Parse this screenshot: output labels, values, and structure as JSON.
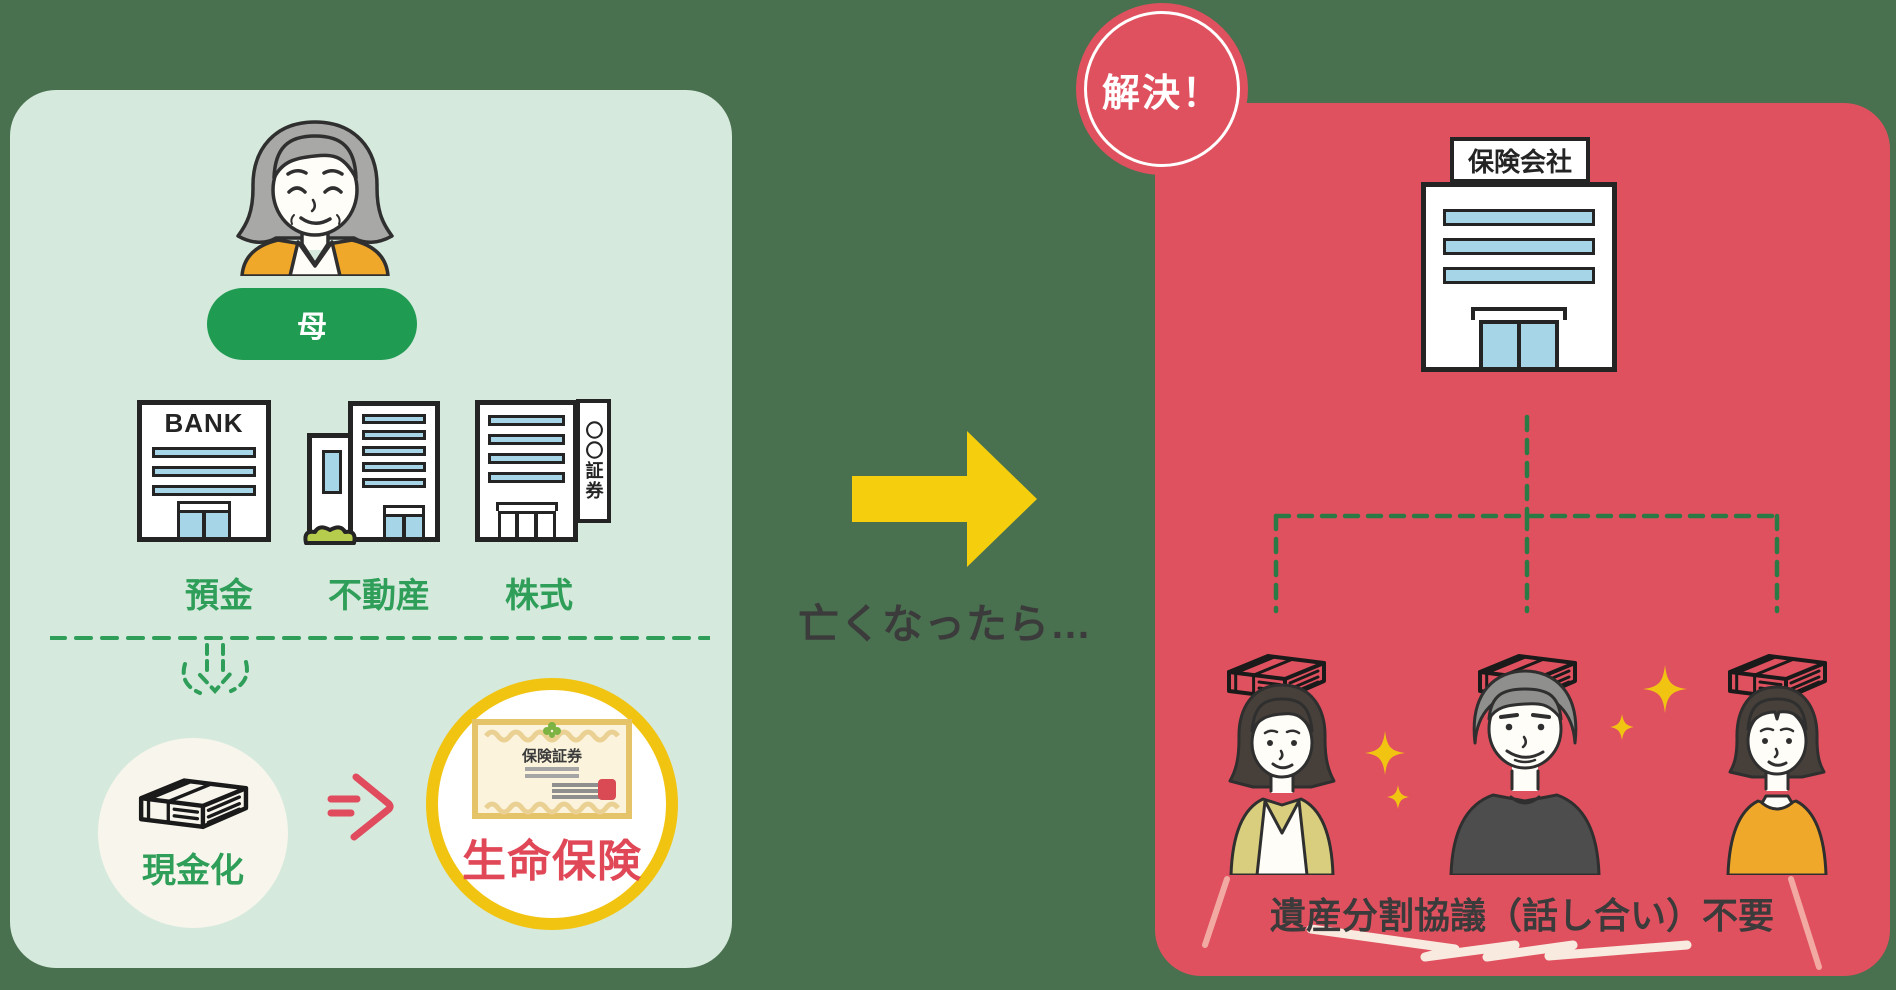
{
  "palette": {
    "background": "#49704F",
    "left_panel": "#D5E9DC",
    "right_panel": "#E0515F",
    "green_accent": "#2E9E59",
    "green_pill": "#1F9B52",
    "yellow_arrow": "#F5CF0E",
    "yellow_ring": "#F2C412",
    "red_accent": "#E04B5E",
    "window_blue": "#A7D5E8",
    "dark_text": "#3B3B3B",
    "cream_circle": "#F7F5EC"
  },
  "icons": [
    "elderly-mother-avatar",
    "bank-building-icon",
    "office-building-icon",
    "securities-building-icon",
    "money-stack-icon",
    "red-arrow-icon",
    "insurance-certificate-icon",
    "big-yellow-arrow-icon",
    "company-building-icon",
    "dashed-flow-lines",
    "heir-woman-avatar",
    "heir-man-avatar",
    "heir-person-avatar",
    "sparkle-icon",
    "swoosh-underline",
    "emphasis-tick"
  ],
  "left": {
    "person_label": "母",
    "bank_sign": "BANK",
    "securities_sign": "〇〇証券",
    "assets": [
      {
        "label": "預金"
      },
      {
        "label": "不動産"
      },
      {
        "label": "株式"
      }
    ],
    "cash_label": "現金化",
    "certificate_title": "保険証券",
    "insurance_label": "生命保険"
  },
  "middle": {
    "caption": "亡くなったら…"
  },
  "right": {
    "badge_label": "解決！",
    "company_sign": "保険会社",
    "note": "遺産分割協議（話し合い）不要"
  }
}
